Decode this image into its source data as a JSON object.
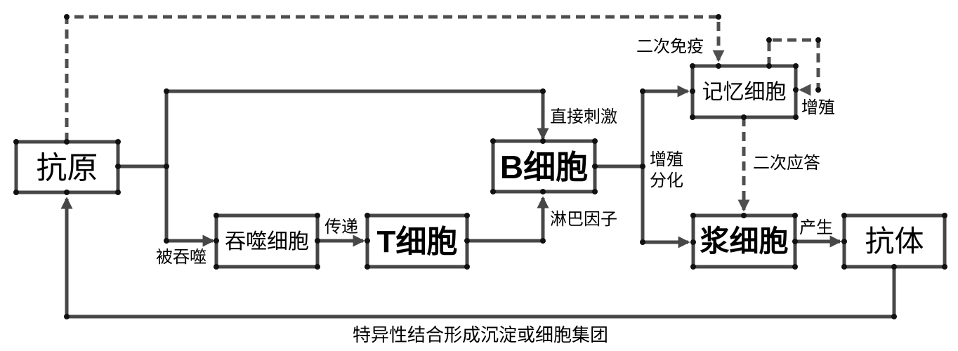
{
  "diagram": {
    "nodes": {
      "antigen": "抗原",
      "phagocyte": "吞噬细胞",
      "t_cell": "T细胞",
      "b_cell": "B细胞",
      "memory_cell": "记忆细胞",
      "plasma_cell": "浆细胞",
      "antibody": "抗体"
    },
    "edge_labels": {
      "engulfed": "被吞噬",
      "transfer": "传递",
      "direct_stimulation": "直接刺激",
      "lymphokine": "淋巴因子",
      "proliferate": "增殖",
      "differentiate": "分化",
      "secondary_immunity": "二次免疫",
      "proliferation": "增殖",
      "secondary_response": "二次应答",
      "produce": "产生",
      "bottom_note": "特异性结合形成沉淀或细胞集团"
    },
    "colors": {
      "line": "#474747",
      "dashed_line": "#4f4f4f",
      "dot": "#111111",
      "text": "#000000",
      "background": "#ffffff"
    }
  }
}
